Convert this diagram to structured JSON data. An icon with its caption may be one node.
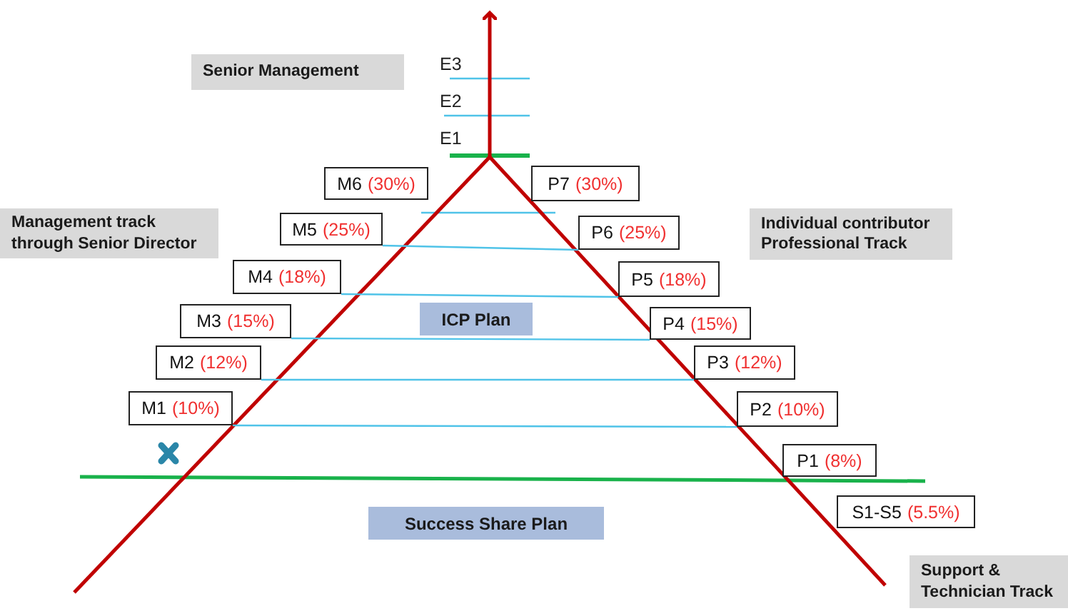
{
  "diagram": {
    "nodes": [
      {
        "text": [
          "Senior Management"
        ]
      },
      {
        "text": [
          "M6",
          "(30%)"
        ]
      },
      {
        "text": [
          "P7",
          "(30%)"
        ]
      },
      {
        "text": [
          "Management  track through Senior Director"
        ]
      },
      {
        "text": [
          "M5",
          "(25%)"
        ]
      },
      {
        "text": [
          "P6",
          "(25%)"
        ]
      },
      {
        "text": [
          "Individual contributor Professional Track"
        ]
      },
      {
        "text": [
          "M4",
          "(18%)"
        ]
      },
      {
        "text": [
          "P5",
          "(18%)"
        ]
      },
      {
        "text": [
          "ICP Plan"
        ]
      },
      {
        "text": [
          "M3",
          "(15%)"
        ]
      },
      {
        "text": [
          "P4",
          "(15%)"
        ]
      },
      {
        "text": [
          "M2",
          "(12%)"
        ]
      },
      {
        "text": [
          "P3",
          "(12%)"
        ]
      },
      {
        "text": [
          "M1",
          "(10%)"
        ]
      },
      {
        "text": [
          "P2",
          "(10%)"
        ]
      },
      {
        "text": [
          "P1",
          "(8%)"
        ]
      },
      {
        "text": [
          "Success Share  Plan"
        ]
      },
      {
        "text": [
          "S1-S5",
          "(5.5%)"
        ]
      },
      {
        "text": [
          "Support & Technician Track"
        ]
      }
    ],
    "edges": [
      {
        "from": 4,
        "to": 5,
        "arrow": "none"
      },
      {
        "from": 7,
        "to": 8,
        "arrow": "none"
      },
      {
        "from": 10,
        "to": 11,
        "arrow": "none"
      },
      {
        "from": 12,
        "to": 13,
        "arrow": "none"
      },
      {
        "from": 14,
        "to": 15,
        "arrow": "none"
      }
    ],
    "labels": [
      "E3",
      "E2",
      "E1"
    ]
  }
}
